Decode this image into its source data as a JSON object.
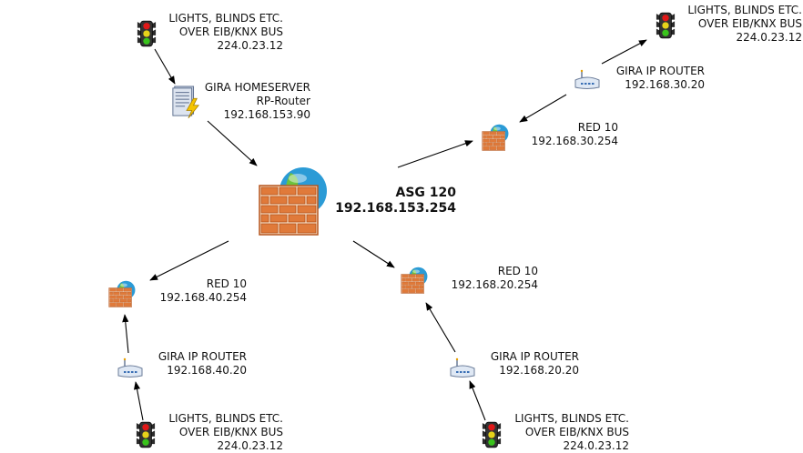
{
  "colors": {
    "brick": "#e07a3a",
    "mortar": "#fbe6d2",
    "globe_blue": "#2b9bd6",
    "globe_green": "#6cc23e",
    "traffic_red": "#e01818",
    "traffic_yellow": "#e6d21a",
    "traffic_green": "#39c31b",
    "arrow": "#000000"
  },
  "icons": {
    "firewall": "firewall-globe-icon",
    "traffic_light": "traffic-light-icon",
    "server": "server-lightning-icon",
    "router": "wireless-router-icon"
  },
  "nodes": {
    "asg": {
      "title": "ASG 120",
      "ip": "192.168.153.254"
    },
    "homeserver": {
      "line1": "GIRA HOMESERVER",
      "line2": "RP-Router",
      "ip": "192.168.153.90"
    },
    "red_top": {
      "title": "RED 10",
      "ip": "192.168.30.254"
    },
    "red_left": {
      "title": "RED 10",
      "ip": "192.168.40.254"
    },
    "red_mid": {
      "title": "RED 10",
      "ip": "192.168.20.254"
    },
    "router_top": {
      "title": "GIRA  IP ROUTER",
      "ip": "192.168.30.20"
    },
    "router_left": {
      "title": "GIRA  IP ROUTER",
      "ip": "192.168.40.20"
    },
    "router_mid": {
      "title": "GIRA  IP ROUTER",
      "ip": "192.168.20.20"
    },
    "lights_tl": {
      "line1": "LIGHTS, BLINDS ETC.",
      "line2": "OVER EIB/KNX BUS",
      "ip": "224.0.23.12"
    },
    "lights_tr": {
      "line1": "LIGHTS, BLINDS ETC.",
      "line2": "OVER EIB/KNX BUS",
      "ip": "224.0.23.12"
    },
    "lights_bl": {
      "line1": "LIGHTS, BLINDS ETC.",
      "line2": "OVER EIB/KNX BUS",
      "ip": "224.0.23.12"
    },
    "lights_bm": {
      "line1": "LIGHTS, BLINDS ETC.",
      "line2": "OVER EIB/KNX BUS",
      "ip": "224.0.23.12"
    }
  }
}
